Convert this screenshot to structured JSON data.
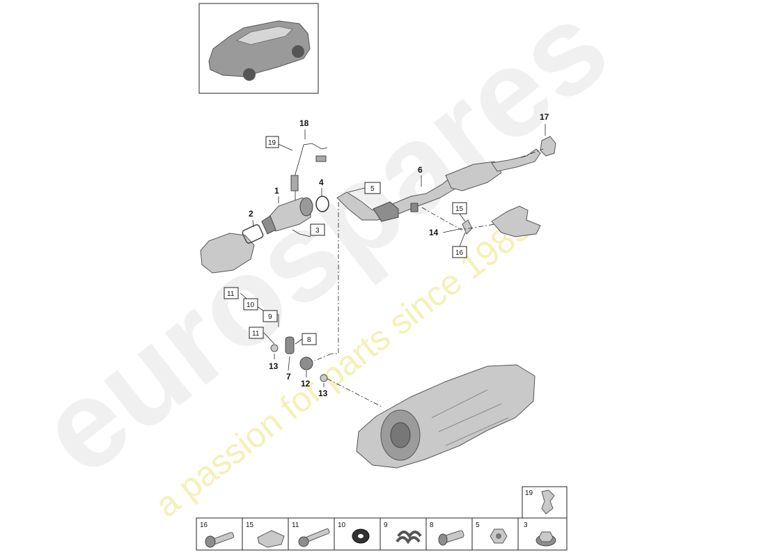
{
  "watermark": {
    "brand": "eurospares",
    "tagline": "a passion for parts since 1985"
  },
  "callouts": {
    "c1": "1",
    "c2": "2",
    "c4": "4",
    "c6": "6",
    "c7": "7",
    "c12": "12",
    "c13a": "13",
    "c13b": "13",
    "c14": "14",
    "c17": "17",
    "c18": "18"
  },
  "boxed_refs": {
    "b19": "19",
    "b5": "5",
    "b3": "3",
    "b15": "15",
    "b16": "16",
    "b11a": "11",
    "b10": "10",
    "b9": "9",
    "b11b": "11",
    "b8": "8"
  },
  "legend": [
    {
      "ref": "16",
      "icon": "flange-bolt-icon"
    },
    {
      "ref": "15",
      "icon": "clip-nut-icon"
    },
    {
      "ref": "11",
      "icon": "long-bolt-icon"
    },
    {
      "ref": "10",
      "icon": "washer-icon"
    },
    {
      "ref": "9",
      "icon": "spring-icon"
    },
    {
      "ref": "8",
      "icon": "stud-bolt-icon"
    },
    {
      "ref": "5",
      "icon": "hex-nut-icon"
    },
    {
      "ref": "3",
      "icon": "flange-nut-icon"
    }
  ],
  "legend_extra": {
    "ref": "19",
    "icon": "cable-clip-icon"
  }
}
